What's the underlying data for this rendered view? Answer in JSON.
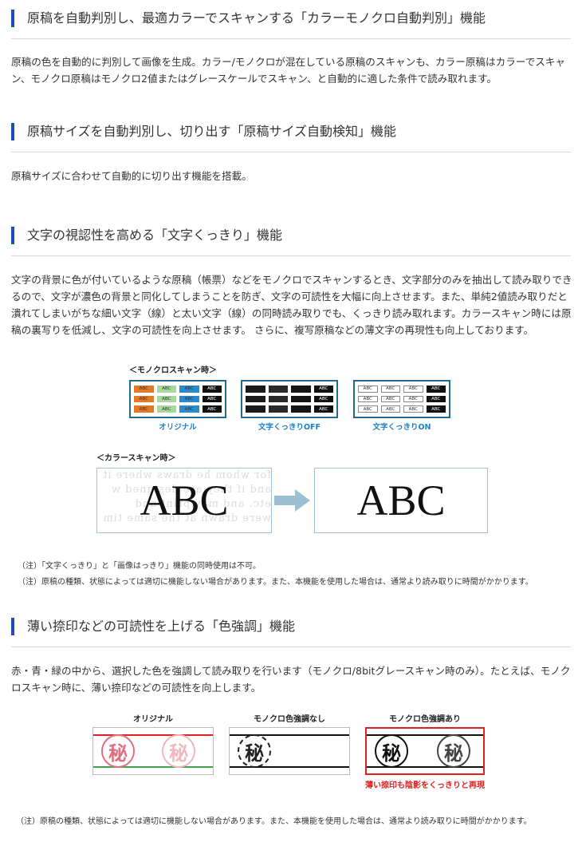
{
  "sections": [
    {
      "heading": "原稿を自動判別し、最適カラーでスキャンする「カラーモノクロ自動判別」機能",
      "body": "原稿の色を自動的に判別して画像を生成。カラー/モノクロが混在している原稿のスキャンも、カラー原稿はカラーでスキャン、モノクロ原稿はモノクロ2値またはグレースケールでスキャン、と自動的に適した条件で読み取れます。"
    },
    {
      "heading": "原稿サイズを自動判別し、切り出す「原稿サイズ自動検知」機能",
      "body": "原稿サイズに合わせて自動的に切り出す機能を搭載。"
    },
    {
      "heading": "文字の視認性を高める「文字くっきり」機能",
      "body": "文字の背景に色が付いているような原稿（帳票）などをモノクロでスキャンするとき、文字部分のみを抽出して読み取りできるので、文字が濃色の背景と同化してしまうことを防ぎ、文字の可読性を大幅に向上させます。また、単純2値読み取りだと潰れてしまいがちな細い文字（線）と太い文字（線）の同時読み取りでも、くっきり読み取れます。カラースキャン時には原稿の裏写りを低減し、文字の可読性を向上させます。 さらに、複写原稿などの薄文字の再現性も向上しております。"
    },
    {
      "heading": "薄い捺印などの可読性を上げる「色強調」機能",
      "body": "赤・青・緑の中から、選択した色を強調して読み取りを行います（モノクロ/8bitグレースキャン時のみ）。たとえば、モノクロスキャン時に、薄い捺印などの可読性を向上します。"
    }
  ],
  "mono_scan": {
    "title": "＜モノクロスキャン時＞",
    "cell_text": "ABC",
    "labels": [
      "オリジナル",
      "文字くっきりOFF",
      "文字くっきりON"
    ]
  },
  "color_scan": {
    "title": "＜カラースキャン時＞",
    "text": "ABC",
    "bleed_lines": [
      "for whom he draws where it ty",
      "and if they are designed w",
      "etc. and may print and",
      "were drawn at the same tim"
    ]
  },
  "notes_kukkiri": [
    "（注）「文字くっきり」と「画像はっきり」機能の同時使用は不可。",
    "（注）原稿の種類、状態によっては適切に機能しない場合があります。また、本機能を使用した場合は、通常より読み取りに時間がかかります。"
  ],
  "color_emphasis": {
    "labels": [
      "オリジナル",
      "モノクロ色強調なし",
      "モノクロ色強調あり"
    ],
    "seal_char": "秘",
    "caption": "薄い捺印も陰影をくっきりと再現"
  },
  "notes_emphasis": [
    "（注）原稿の種類、状態によっては適切に機能しない場合があります。また、本機能を使用した場合は、通常より読み取りに時間がかかります。"
  ],
  "colors": {
    "accent": "#1e50b4",
    "caption_blue": "#1a7fc4",
    "stamp_red": "#e0201e"
  }
}
